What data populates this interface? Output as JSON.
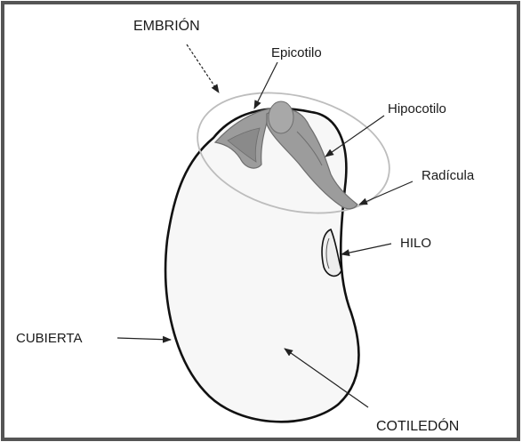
{
  "colors": {
    "frame": "#555555",
    "seed_outline": "#111111",
    "seed_fill": "#f7f7f7",
    "embryo_fill": "#9c9c9c",
    "embryo_dark": "#6e6e6e",
    "ellipse_stroke": "#bdbdbd",
    "arrow": "#222222",
    "label_text": "#1a1a1a"
  },
  "labels": {
    "embrion": "EMBRIÓN",
    "epicotilo": "Epicotilo",
    "hipocotilo": "Hipocotilo",
    "radicula": "Radícula",
    "hilo": "HILO",
    "cubierta": "CUBIERTA",
    "cotiledon": "COTILEDÓN"
  }
}
